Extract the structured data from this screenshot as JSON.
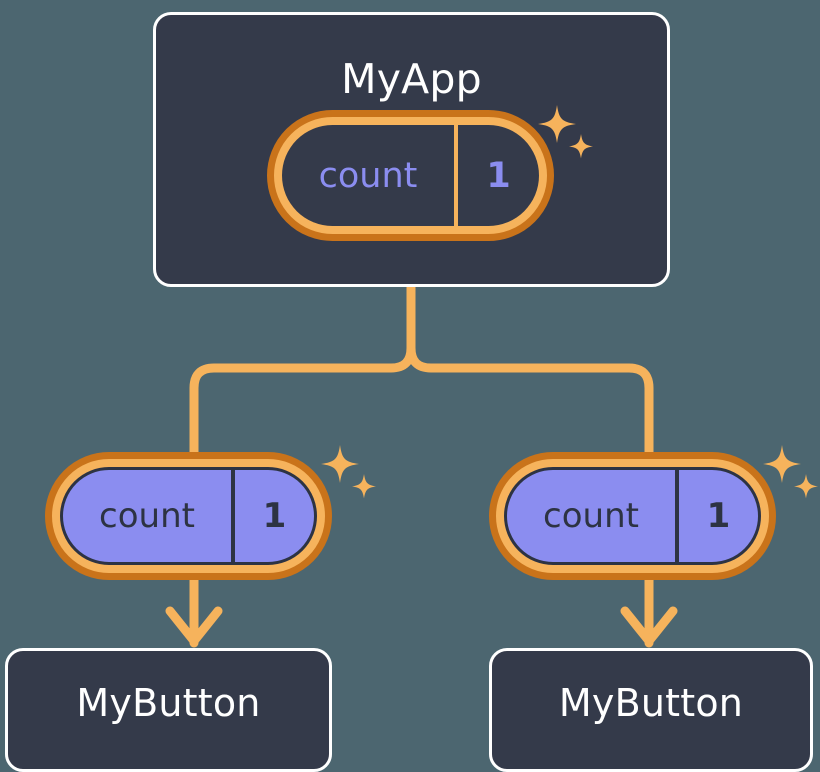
{
  "diagram": {
    "type": "component-state-propagation-tree",
    "background_color": "#4c6670",
    "accent_orange": "#f6b35c",
    "accent_orange_dark": "#c9731a",
    "accent_periwinkle": "#8b8df0",
    "card_bg": "#343a4a",
    "card_border": "#ffffff",
    "root": {
      "name": "root-component-card",
      "title": "MyApp",
      "state": {
        "key": "count",
        "value": "1",
        "style": "hollow"
      },
      "sparkle": "sparkle-icon"
    },
    "children": [
      {
        "name": "left-branch",
        "state": {
          "key": "count",
          "value": "1",
          "style": "filled"
        },
        "sparkle": "sparkle-icon",
        "title": "MyButton"
      },
      {
        "name": "right-branch",
        "state": {
          "key": "count",
          "value": "1",
          "style": "filled"
        },
        "sparkle": "sparkle-icon",
        "title": "MyButton"
      }
    ]
  }
}
